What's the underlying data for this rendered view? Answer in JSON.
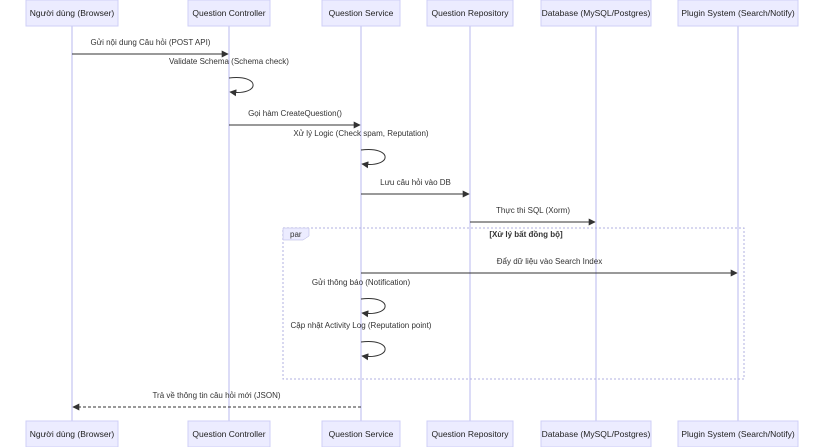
{
  "participants": [
    {
      "id": "user",
      "label": "Người dùng (Browser)"
    },
    {
      "id": "controller",
      "label": "Question Controller"
    },
    {
      "id": "service",
      "label": "Question Service"
    },
    {
      "id": "repository",
      "label": "Question Repository"
    },
    {
      "id": "database",
      "label": "Database (MySQL/Postgres)"
    },
    {
      "id": "plugin",
      "label": "Plugin System (Search/Notify)"
    }
  ],
  "messages": [
    {
      "from": "user",
      "to": "controller",
      "label": "Gửi nội dung Câu hỏi (POST API)",
      "style": "solid"
    },
    {
      "from": "controller",
      "to": "controller",
      "label": "Validate Schema (Schema check)",
      "style": "solid"
    },
    {
      "from": "controller",
      "to": "service",
      "label": "Gọi hàm CreateQuestion()",
      "style": "solid"
    },
    {
      "from": "service",
      "to": "service",
      "label": "Xử lý Logic (Check spam, Reputation)",
      "style": "solid"
    },
    {
      "from": "service",
      "to": "repository",
      "label": "Lưu câu hỏi vào DB",
      "style": "solid"
    },
    {
      "from": "repository",
      "to": "database",
      "label": "Thực thi SQL (Xorm)",
      "style": "solid"
    },
    {
      "from": "service",
      "to": "plugin",
      "label": "Đẩy dữ liệu vào Search Index",
      "style": "solid"
    },
    {
      "from": "service",
      "to": "service",
      "label": "Gửi thông báo (Notification)",
      "style": "solid"
    },
    {
      "from": "service",
      "to": "service",
      "label": "Cập nhật Activity Log (Reputation point)",
      "style": "solid"
    },
    {
      "from": "service",
      "to": "user",
      "label": "Trả về thông tin câu hỏi mới (JSON)",
      "style": "dashed"
    }
  ],
  "fragments": [
    {
      "kind": "par",
      "condition": "[Xử lý bất đồng bộ]"
    }
  ]
}
